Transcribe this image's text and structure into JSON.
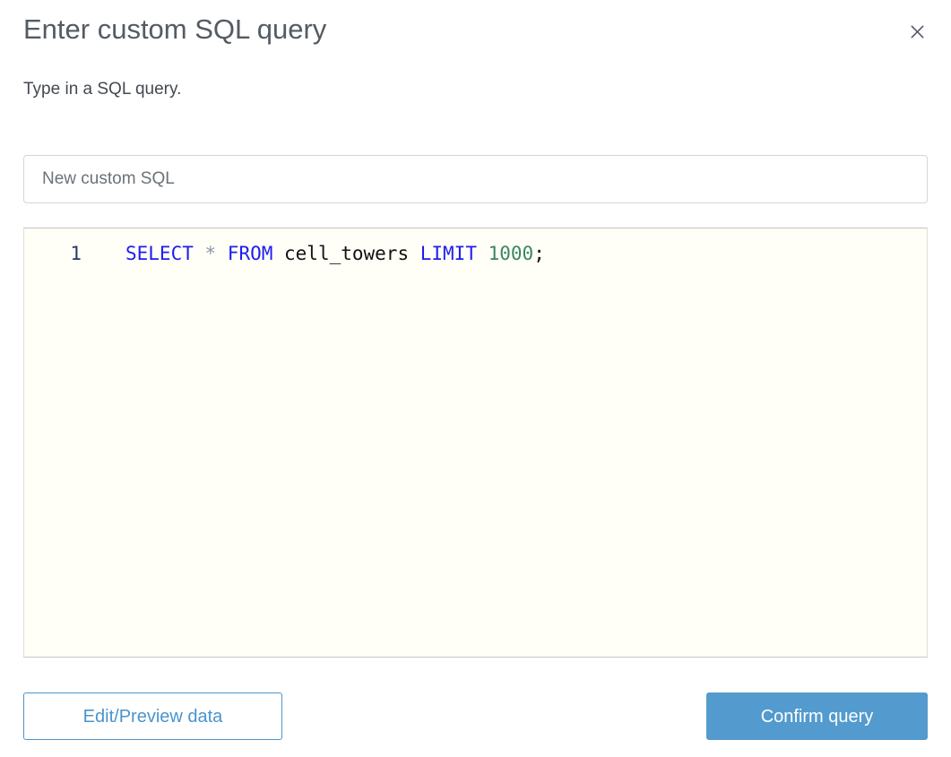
{
  "dialog": {
    "title": "Enter custom SQL query",
    "subtitle": "Type in a SQL query."
  },
  "name_input": {
    "value": "New custom SQL"
  },
  "editor": {
    "line_number": "1",
    "code": "SELECT * FROM cell_towers LIMIT 1000;",
    "tokens": [
      {
        "text": "SELECT",
        "type": "keyword"
      },
      {
        "text": " * ",
        "type": "operator"
      },
      {
        "text": "FROM",
        "type": "keyword"
      },
      {
        "text": " cell_towers ",
        "type": "identifier"
      },
      {
        "text": "LIMIT",
        "type": "keyword"
      },
      {
        "text": " 1000",
        "type": "number"
      },
      {
        "text": ";",
        "type": "punctuation"
      }
    ]
  },
  "footer": {
    "edit_preview_label": "Edit/Preview data",
    "confirm_label": "Confirm query"
  },
  "colors": {
    "title_gray": "#545b64",
    "accent_blue": "#539bce",
    "keyword_blue": "#1d1df0",
    "number_green": "#3a8564",
    "operator_gray": "#8c99a6",
    "editor_background": "#fffef7"
  }
}
